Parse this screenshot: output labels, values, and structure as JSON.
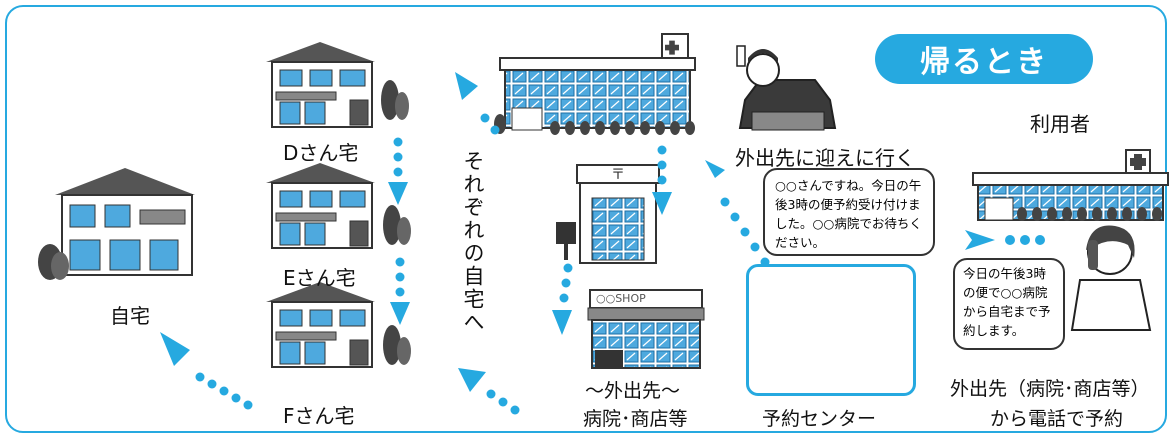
{
  "badge": "帰るとき",
  "labels": {
    "home": "自宅",
    "house_d": "Dさん宅",
    "house_e": "Eさん宅",
    "house_f": "Fさん宅",
    "vertical": "それぞれの自宅へ",
    "go_pickup": "外出先に迎えに行く",
    "user": "利用者",
    "destination_line1": "～外出先～",
    "destination_line2": "病院･商店等",
    "center": "予約センター",
    "caller_line1": "外出先（病院･商店等）",
    "caller_line2": "から電話で予約",
    "shop_sign": "○○SHOP"
  },
  "bubbles": {
    "center": "○○さんですね。今日の午後3時の便予約受け付けました。○○病院でお待ちください。",
    "user": "今日の午後3時の便で○○病院から自宅まで予約します。"
  },
  "colors": {
    "accent": "#26a9e0",
    "building_blue": "#4ea9de",
    "roof_gray": "#5a5a5a"
  }
}
